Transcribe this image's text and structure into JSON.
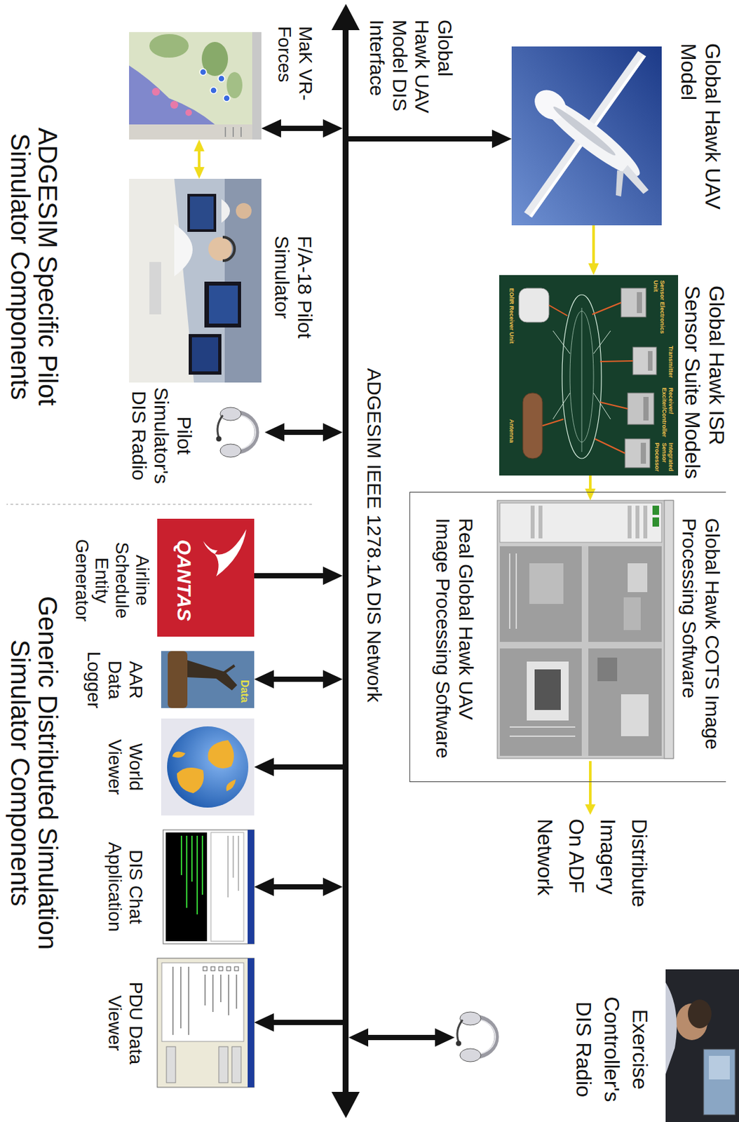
{
  "diagram": {
    "nodes": [
      {
        "text": [
          "Global Hawk UAV Model"
        ]
      },
      {
        "text": [
          "Global Hawk ISR Sensor Suite Models"
        ]
      },
      {
        "text": [
          "Real Global Hawk UAV Image Processing Software"
        ]
      },
      {
        "text": [
          "Global Hawk COTS Image Processing Software"
        ],
        "in": 2
      },
      {
        "text": [
          "Exercise Controller's DIS Radio"
        ]
      },
      {
        "text": [
          "ADGESIM IEEE 1278.1A DIS Network"
        ]
      },
      {
        "text": [
          "MaK VR-Forces"
        ]
      },
      {
        "text": [
          "F/A-18 Pilot Simulator"
        ]
      },
      {
        "text": [
          "Pilot Simulator's DIS Radio"
        ]
      },
      {
        "text": [
          "Airline Schedule Entity Generator"
        ]
      },
      {
        "text": [
          "AAR Data Logger"
        ]
      },
      {
        "text": [
          "World Viewer"
        ]
      },
      {
        "text": [
          "DIS Chat Application"
        ]
      },
      {
        "text": [
          "PDU Data Viewer"
        ]
      }
    ],
    "edges": [
      {
        "from": 5,
        "to": 0,
        "arrow": "to",
        "label": "Global Hawk UAV Model DIS Interface"
      },
      {
        "from": 0,
        "to": 1,
        "arrow": "to"
      },
      {
        "from": 1,
        "to": 3,
        "arrow": "to"
      },
      {
        "from": 5,
        "to": 4,
        "arrow": "both"
      },
      {
        "from": 5,
        "to": 6,
        "arrow": "both"
      },
      {
        "from": 6,
        "to": 7,
        "arrow": "both"
      },
      {
        "from": 5,
        "to": 8,
        "arrow": "both"
      },
      {
        "from": 9,
        "to": 5,
        "arrow": "to"
      },
      {
        "from": 5,
        "to": 10,
        "arrow": "both"
      },
      {
        "from": 5,
        "to": 11,
        "arrow": "to"
      },
      {
        "from": 5,
        "to": 12,
        "arrow": "both"
      },
      {
        "from": 5,
        "to": 13,
        "arrow": "to"
      }
    ],
    "labels": [
      "Distribute Imagery On ADF Network",
      "ADGESIM Specific Pilot Simulator Components",
      "Generic Distributed Simulation Simulator Components",
      "QANTAS",
      "Data",
      "Transmitter",
      "Sensor Electronics Unit",
      "Receiver/ Exciter/Controller",
      "Integrated Sensor Processor",
      "EO/IR Receiver Unit",
      "Antenna"
    ]
  }
}
